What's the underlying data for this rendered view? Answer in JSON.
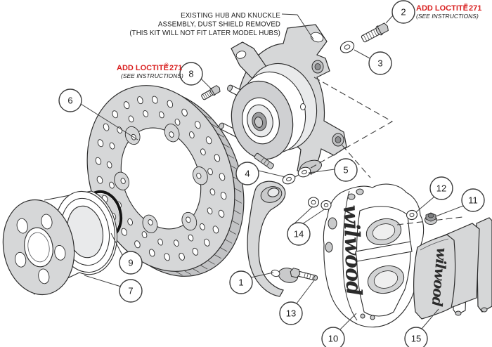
{
  "annotations": {
    "hub_note": {
      "line1": "EXISTING HUB AND KNUCKLE",
      "line2": "ASSEMBLY, DUST SHIELD REMOVED",
      "line3": "(THIS KIT WILL NOT FIT LATER MODEL HUBS)"
    },
    "loctite_right": {
      "pre": "ADD LOCTITE",
      "reg": "®",
      "num": "271",
      "sub": "(SEE INSTRUCTIONS)"
    },
    "loctite_left": {
      "pre": "ADD LOCTITE",
      "reg": "®",
      "num": "271",
      "sub": "(SEE INSTRUCTIONS)"
    }
  },
  "brand": {
    "caliper_logo": "wilwood",
    "pad_logo": "wilwood"
  },
  "callouts": [
    {
      "n": "1"
    },
    {
      "n": "2"
    },
    {
      "n": "3"
    },
    {
      "n": "4"
    },
    {
      "n": "5"
    },
    {
      "n": "6"
    },
    {
      "n": "7"
    },
    {
      "n": "8"
    },
    {
      "n": "9"
    },
    {
      "n": "10"
    },
    {
      "n": "11"
    },
    {
      "n": "12"
    },
    {
      "n": "13"
    },
    {
      "n": "14"
    },
    {
      "n": "15"
    }
  ],
  "colors": {
    "red": "#d92121",
    "line": "#2b2b2b",
    "part_gray": "#d6d7d8",
    "background": "#ffffff"
  }
}
